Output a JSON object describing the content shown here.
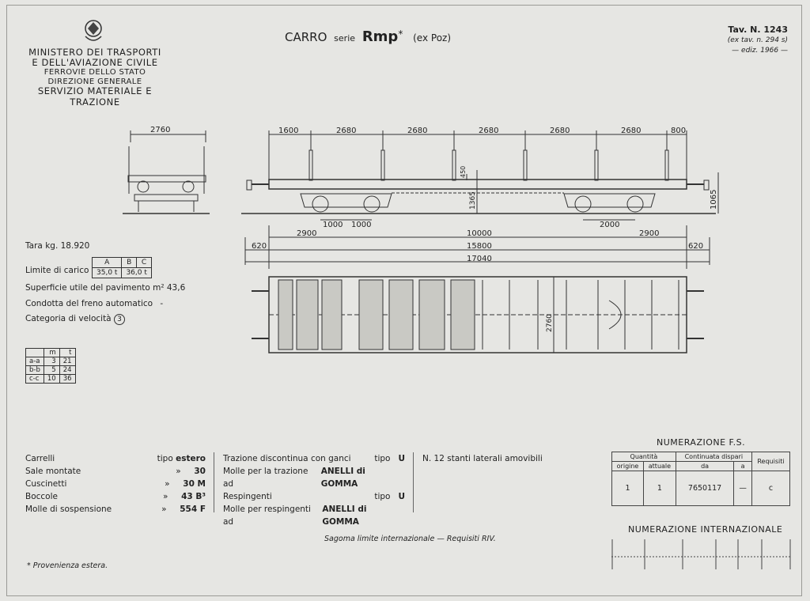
{
  "header": {
    "ministry": [
      "MINISTERO DEI TRASPORTI",
      "E DELL'AVIAZIONE CIVILE",
      "FERROVIE DELLO STATO",
      "DIREZIONE GENERALE",
      "SERVIZIO MATERIALE E TRAZIONE"
    ],
    "title_prefix": "CARRO",
    "title_serie": "serie",
    "title_name": "Rmp",
    "title_star": "*",
    "title_ex": "(ex Poz)",
    "tav": "Tav. N. 1243",
    "tav_sub": "(ex tav. n. 294 s)",
    "ediz": "— ediz. 1966 —"
  },
  "drawing": {
    "end_width": "2760",
    "top_dims": [
      "1600",
      "2680",
      "2680",
      "2680",
      "2680",
      "2680",
      "800"
    ],
    "dim_1065": "1065",
    "dim_1365": "1365",
    "dim_450": "450",
    "bogie_dims": [
      "1000",
      "1000",
      "2000"
    ],
    "dim_2900a": "2900",
    "dim_10000": "10000",
    "dim_2900b": "2900",
    "dim_620a": "620",
    "dim_15800": "15800",
    "dim_620b": "620",
    "dim_17040": "17040",
    "plan_2760": "2760"
  },
  "specs": {
    "tara": "Tara kg. 18.920",
    "limite": "Limite di carico",
    "cap_heads": [
      "A",
      "B",
      "C"
    ],
    "cap_vals": [
      "35,0 t",
      "36,0 t"
    ],
    "superficie": "Superficie utile del pavimento m² 43,6",
    "condotta": "Condotta del freno automatico",
    "condotta_val": "-",
    "categoria": "Categoria di velocità",
    "categoria_val": "3"
  },
  "mt_table": {
    "heads": [
      "m",
      "t"
    ],
    "rows": [
      [
        "a-a",
        "3",
        "21"
      ],
      [
        "b-b",
        "5",
        "24"
      ],
      [
        "c-c",
        "10",
        "36"
      ]
    ]
  },
  "bottom_left": [
    {
      "k": "Carrelli",
      "m": "tipo",
      "v": "estero"
    },
    {
      "k": "Sale montate",
      "m": "»",
      "v": "30"
    },
    {
      "k": "Cuscinetti",
      "m": "»",
      "v": "30 M"
    },
    {
      "k": "Boccole",
      "m": "»",
      "v": "43 B³"
    },
    {
      "k": "Molle di sospensione",
      "m": "»",
      "v": "554 F"
    }
  ],
  "bottom_mid": [
    {
      "k": "Trazione discontinua con ganci",
      "m": "tipo",
      "v": "U"
    },
    {
      "k": "Molle per la trazione ad",
      "v": "ANELLI di GOMMA"
    },
    {
      "k": "Respingenti",
      "m": "tipo",
      "v": "U"
    },
    {
      "k": "Molle per respingenti ad",
      "v": "ANELLI di GOMMA"
    }
  ],
  "bottom_right_note": "N. 12 stanti laterali amovibili",
  "sagoma": "Sagoma limite internazionale — Requisiti RIV.",
  "footnote": "* Provenienza estera.",
  "numerazione_fs": {
    "title": "NUMERAZIONE F.S.",
    "h_quantita": "Quantità",
    "h_continuata": "Continuata dispari",
    "h_requisiti": "Requisiti",
    "h_origine": "origine",
    "h_attuale": "attuale",
    "h_da": "da",
    "h_a": "a",
    "row": [
      "1",
      "1",
      "7650117",
      "—",
      "c"
    ]
  },
  "numerazione_int": {
    "title": "NUMERAZIONE INTERNAZIONALE"
  }
}
